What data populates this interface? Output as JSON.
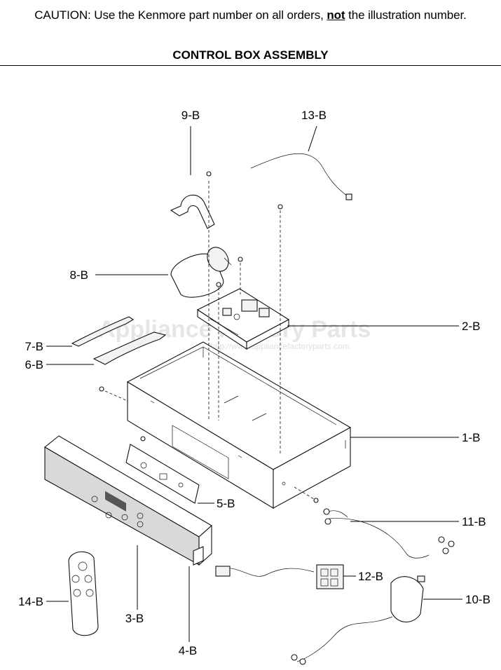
{
  "header": {
    "caution_prefix": "CAUTION: Use the Kenmore part number on all orders, ",
    "caution_emphasis": "not",
    "caution_suffix": " the illustration number.",
    "title": "CONTROL BOX ASSEMBLY"
  },
  "watermark": {
    "brand": "Appliance Factory Parts",
    "url": "http://www.appliancefactoryparts.com"
  },
  "callouts": {
    "c9B": "9-B",
    "c13B": "13-B",
    "c8B": "8-B",
    "c2B": "2-B",
    "c7B": "7-B",
    "c6B": "6-B",
    "c1B": "1-B",
    "c5B": "5-B",
    "c11B": "11-B",
    "c12B": "12-B",
    "c10B": "10-B",
    "c14B": "14-B",
    "c3B": "3-B",
    "c4B": "4-B"
  },
  "colors": {
    "line": "#000000",
    "panel_fill": "#d9d9d9",
    "watermark": "#e6e6e6"
  }
}
